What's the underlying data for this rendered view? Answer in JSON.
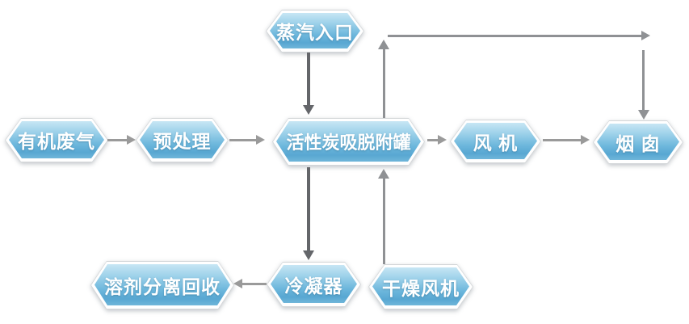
{
  "diagram": {
    "background": "#ffffff",
    "nodes": [
      {
        "id": "steam-inlet",
        "label": "蒸汽入口"
      },
      {
        "id": "organic-waste-gas",
        "label": "有机废气"
      },
      {
        "id": "pretreatment",
        "label": "预处理"
      },
      {
        "id": "carbon-tank",
        "label": "活性炭吸脱附罐"
      },
      {
        "id": "fan",
        "label": "风 机"
      },
      {
        "id": "chimney",
        "label": "烟 囱"
      },
      {
        "id": "solvent-recovery",
        "label": "溶剂分离回收"
      },
      {
        "id": "condenser",
        "label": "冷凝器"
      },
      {
        "id": "drying-fan",
        "label": "干燥风机"
      }
    ],
    "edges": [
      {
        "from": "steam-inlet",
        "to": "carbon-tank",
        "style": "dark-gray"
      },
      {
        "from": "organic-waste-gas",
        "to": "pretreatment",
        "style": "gray"
      },
      {
        "from": "pretreatment",
        "to": "carbon-tank",
        "style": "gray"
      },
      {
        "from": "carbon-tank",
        "to": "fan",
        "style": "gray"
      },
      {
        "from": "fan",
        "to": "chimney",
        "style": "gray"
      },
      {
        "from": "carbon-tank",
        "to": "chimney",
        "style": "gray",
        "route": "top-bypass"
      },
      {
        "from": "carbon-tank",
        "to": "condenser",
        "style": "dark-gray"
      },
      {
        "from": "condenser",
        "to": "solvent-recovery",
        "style": "gray"
      },
      {
        "from": "drying-fan",
        "to": "carbon-tank",
        "style": "gray"
      }
    ],
    "colors": {
      "node_border_outer": "#d3d6d8",
      "node_border_inner": "#ffffff",
      "node_gradient_top": "#c7e6f4",
      "node_gradient_bottom": "#58a7d2",
      "node_text": "#ffffff",
      "arrow_gray": "#9a9a9a",
      "arrow_mid_gray": "#8f9194",
      "arrow_dark_gray": "#64666a"
    }
  }
}
